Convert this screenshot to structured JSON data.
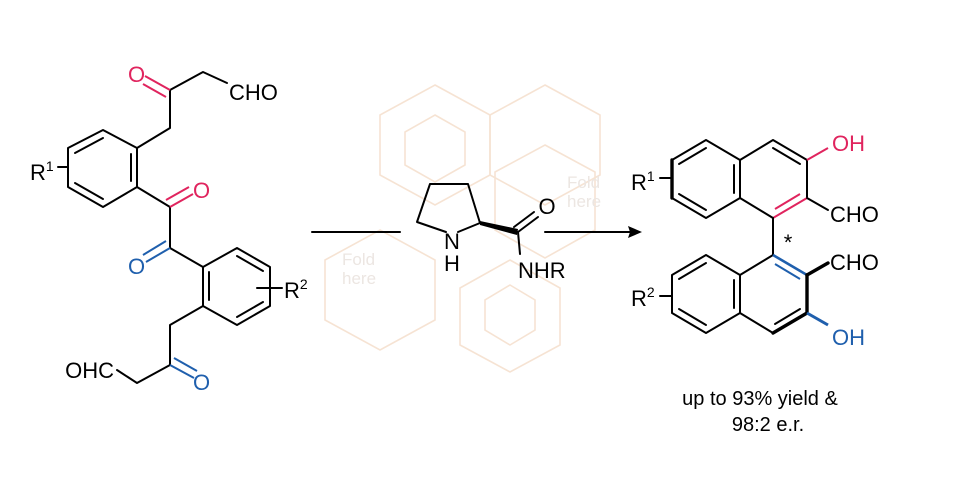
{
  "colors": {
    "pink": "#e0245e",
    "blue": "#1f5fad",
    "watermark": "#f6e3d3"
  },
  "watermark": {
    "fold_label_1": "Fold",
    "here_label_1": "here",
    "fold_label_2": "Fold",
    "here_label_2": "here"
  },
  "reactant": {
    "cho_top": "CHO",
    "o_top": "O",
    "o_diketone_top": "O",
    "o_diketone_bottom": "O",
    "o_bottom": "O",
    "ohc_bottom": "OHC",
    "r1": "R",
    "r1_sup": "1",
    "r2": "R",
    "r2_sup": "2"
  },
  "catalyst": {
    "n": "N",
    "h": "H",
    "o": "O",
    "nhr": "NHR"
  },
  "product": {
    "oh_top": "OH",
    "cho_top": "CHO",
    "cho_bottom": "CHO",
    "oh_bottom": "OH",
    "r1": "R",
    "r1_sup": "1",
    "r2": "R",
    "r2_sup": "2",
    "stereo_mark": "*"
  },
  "caption": {
    "line1": "up to 93% yield &",
    "line2": "98:2 e.r."
  }
}
